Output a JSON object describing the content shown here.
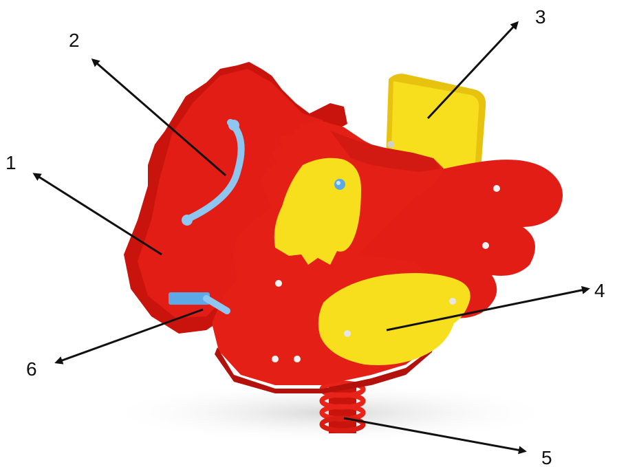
{
  "callouts": [
    {
      "number": "1"
    },
    {
      "number": "2"
    },
    {
      "number": "3"
    },
    {
      "number": "4"
    },
    {
      "number": "5"
    },
    {
      "number": "6"
    }
  ],
  "colors": {
    "body_red": "#e01a12",
    "body_red_dark": "#b3110b",
    "accent_yellow": "#f7df1e",
    "handle_blue": "#8ec6ef",
    "arrow": "#111111"
  }
}
